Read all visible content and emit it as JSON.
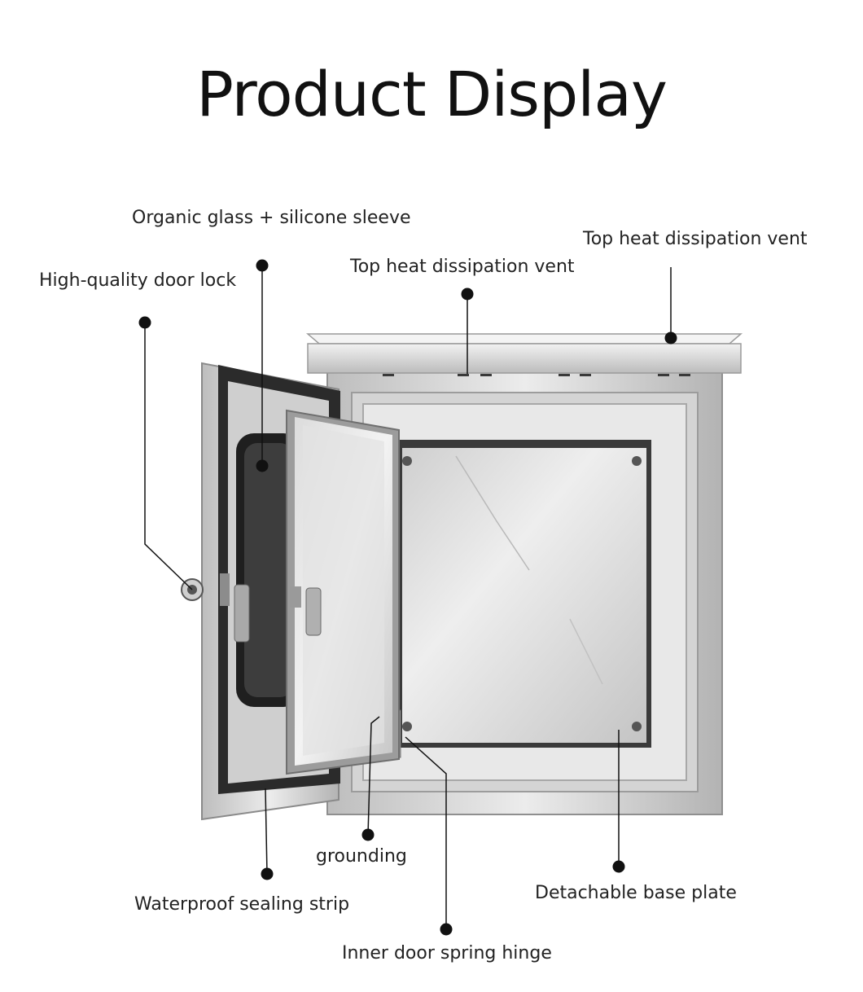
{
  "page": {
    "title": "Product Display"
  },
  "callouts": {
    "glass_sleeve": "Organic glass + silicone sleeve",
    "door_lock": "High-quality door lock",
    "top_vent_inner": "Top heat dissipation vent",
    "top_vent_outer": "Top heat dissipation vent",
    "grounding": "grounding",
    "sealing_strip": "Waterproof sealing strip",
    "base_plate": "Detachable base plate",
    "spring_hinge": "Inner door spring hinge"
  },
  "colors": {
    "steel_light": "#e6e6e6",
    "steel_mid": "#c9c9c9",
    "steel_dark": "#9a9a9a",
    "gasket": "#2b2b2b",
    "galvanized": "#dcdcdc",
    "leader": "#111111"
  }
}
